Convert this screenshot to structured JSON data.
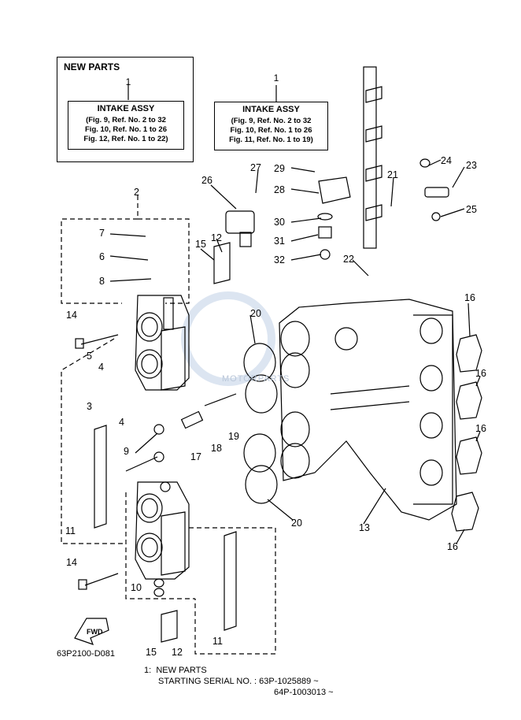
{
  "new_parts_box_left": {
    "heading": "NEW PARTS",
    "ref": "1",
    "title": "INTAKE ASSY",
    "lines": [
      "(Fig. 9, Ref. No. 2 to 32",
      "Fig. 10, Ref. No. 1 to 26",
      "Fig. 12, Ref. No. 1 to 22)"
    ]
  },
  "new_parts_box_right": {
    "ref": "1",
    "title": "INTAKE ASSY",
    "lines": [
      "(Fig. 9, Ref. No. 2 to 32",
      "Fig. 10, Ref. No. 1 to 26",
      "Fig. 11, Ref. No. 1 to 19)"
    ]
  },
  "callouts": [
    "1",
    "2",
    "4",
    "5",
    "6",
    "7",
    "8",
    "9",
    "10",
    "11",
    "12",
    "13",
    "14",
    "15",
    "16",
    "17",
    "18",
    "19",
    "20",
    "21",
    "22",
    "23",
    "24",
    "25",
    "26",
    "27",
    "28",
    "29",
    "30",
    "31",
    "32",
    "3"
  ],
  "watermark": "MOTORPARTS",
  "fwd_label": "FWD",
  "drawing_code": "63P2100-D081",
  "footnote": {
    "ref": "1:",
    "line1": "NEW PARTS",
    "line2": "STARTING SERIAL NO. : 63P-1025889 ~",
    "line3": "64P-1003013 ~"
  }
}
